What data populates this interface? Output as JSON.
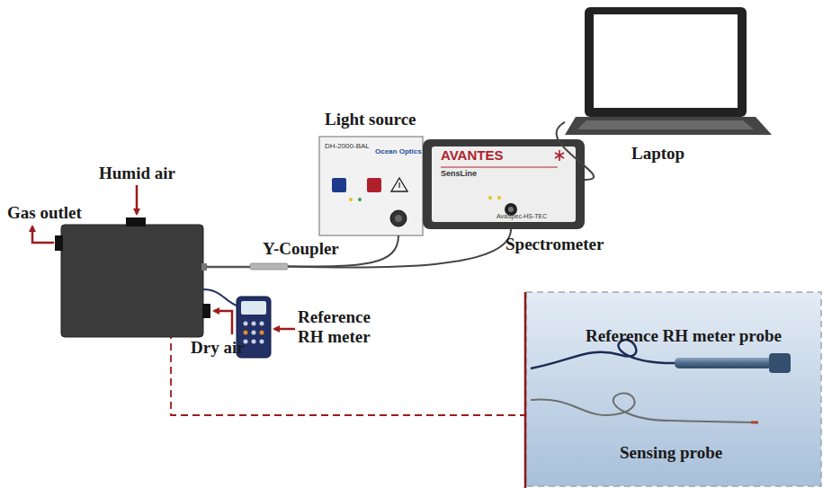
{
  "diagram": {
    "nodes": [
      {
        "text": [
          "Light source",
          "DH-2000-BAL",
          "Ocean Optics"
        ]
      },
      {
        "text": [
          "AVANTES",
          "SensLine",
          "AvaSpec-HS-TEC",
          "Spectrometer"
        ]
      },
      {
        "text": [
          "Laptop"
        ]
      },
      {
        "text": [
          "Y-Coupler"
        ]
      },
      {
        "text": [
          "Reference RH meter"
        ]
      },
      {
        "text": [
          "Reference RH meter probe",
          "Sensing probe"
        ]
      }
    ],
    "edges": [
      {
        "from": 3,
        "to": 0,
        "arrow": "none"
      },
      {
        "from": 3,
        "to": 1,
        "arrow": "none"
      },
      {
        "from": 1,
        "to": 2,
        "arrow": "none"
      }
    ],
    "labels": [
      "Humid air",
      "Gas outlet",
      "Dry air"
    ]
  }
}
